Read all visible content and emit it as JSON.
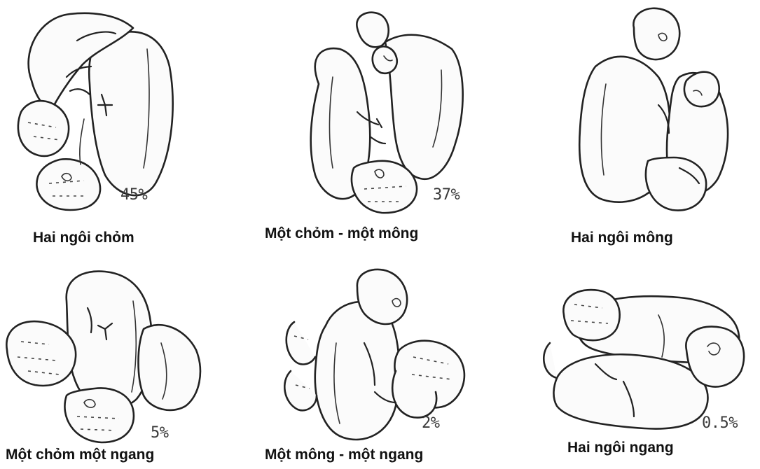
{
  "panels": [
    {
      "caption": "Hai ngôi chỏm",
      "percent": "45%"
    },
    {
      "caption": "Một chỏm - một mông",
      "percent": "37%"
    },
    {
      "caption": "Hai ngôi mông",
      "percent": ""
    },
    {
      "caption": "Một chỏm một ngang",
      "percent": "5%"
    },
    {
      "caption": "Một mông - một ngang",
      "percent": "2%"
    },
    {
      "caption": "Hai ngôi ngang",
      "percent": "0.5%"
    }
  ]
}
